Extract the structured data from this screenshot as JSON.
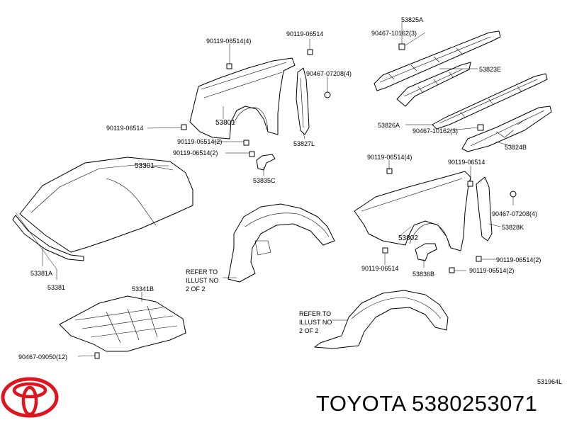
{
  "labels": {
    "part_53825A": "53825A",
    "part_90467_10162_3_top": "90467-10162(3)",
    "part_53823E": "53823E",
    "part_53826A": "53826A",
    "part_90467_10162_3_bot": "90467-10162(3)",
    "part_53824B": "53824B",
    "part_90119_06514_4_top": "90119-06514(4)",
    "part_90119_06514_top": "90119-06514",
    "part_90467_07208_4_top": "90467-07208(4)",
    "part_90119_06514_left": "90119-06514",
    "part_53801": "53801",
    "part_90119_06514_2_a": "90119-06514(2)",
    "part_90119_06514_2_b": "90119-06514(2)",
    "part_53827L": "53827L",
    "part_53835C": "53835C",
    "part_53301": "53301",
    "part_53381A": "53381A",
    "part_53381": "53381",
    "part_53341B": "53341B",
    "part_90467_09050_12": "90467-09050(12)",
    "part_90119_06514_4_mid": "90119-06514(4)",
    "part_90119_06514_mid": "90119-06514",
    "part_90467_07208_4_mid": "90467-07208(4)",
    "part_53828K": "53828K",
    "part_53802": "53802",
    "part_90119_06514_lowleft": "90119-06514",
    "part_53836B": "53836B",
    "part_90119_06514_2_c": "90119-06514(2)",
    "part_90119_06514_2_d": "90119-06514(2)",
    "refer_1_line1": "REFER TO",
    "refer_1_line2": "ILLUST NO",
    "refer_1_line3": "2 OF 2",
    "refer_2_line1": "REFER TO",
    "refer_2_line2": "ILLUST NO",
    "refer_2_line3": "2 OF 2",
    "figure_code": "531964L"
  },
  "caption": "TOYOTA 5380253071",
  "logo": {
    "name": "toyota-logo",
    "color": "#e0141e"
  }
}
